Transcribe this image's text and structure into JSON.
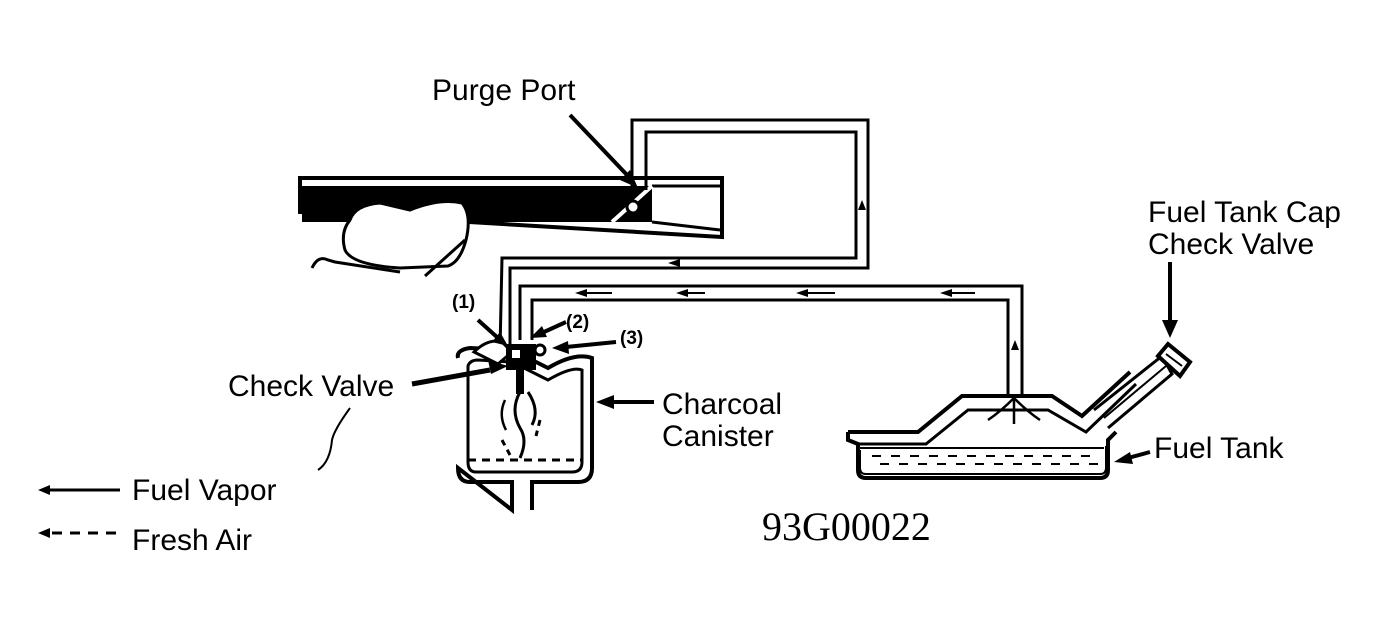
{
  "labels": {
    "purge_port": "Purge Port",
    "fuel_tank_cap_check_valve": [
      "Fuel Tank Cap",
      "Check Valve"
    ],
    "check_valve": "Check Valve",
    "charcoal_canister": [
      "Charcoal",
      "Canister"
    ],
    "fuel_tank": "Fuel Tank",
    "callout_1": "(1)",
    "callout_2": "(2)",
    "callout_3": "(3)"
  },
  "legend": {
    "fuel_vapor": "Fuel Vapor",
    "fresh_air": "Fresh Air"
  },
  "figure_code": "93G00022",
  "colors": {
    "ink": "#000000",
    "background": "#ffffff"
  }
}
